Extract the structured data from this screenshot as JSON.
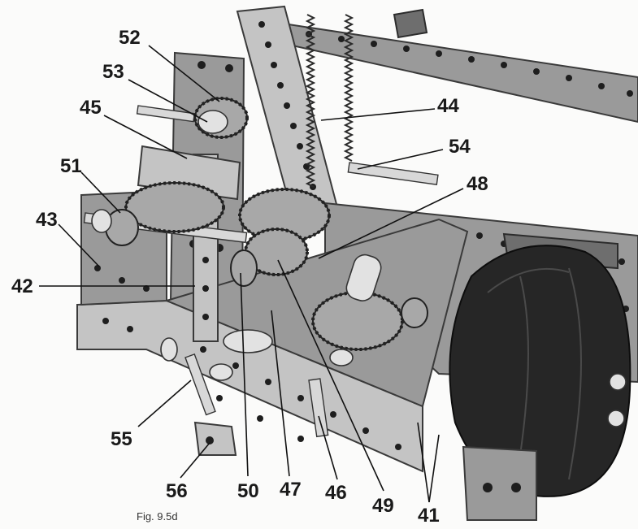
{
  "figure": {
    "caption": "Fig. 9.5d",
    "parts": [
      {
        "id": "p52",
        "label": "52"
      },
      {
        "id": "p53",
        "label": "53"
      },
      {
        "id": "p45",
        "label": "45"
      },
      {
        "id": "p51",
        "label": "51"
      },
      {
        "id": "p43",
        "label": "43"
      },
      {
        "id": "p42",
        "label": "42"
      },
      {
        "id": "p44",
        "label": "44"
      },
      {
        "id": "p54",
        "label": "54"
      },
      {
        "id": "p48",
        "label": "48"
      },
      {
        "id": "p55",
        "label": "55"
      },
      {
        "id": "p56",
        "label": "56"
      },
      {
        "id": "p50",
        "label": "50"
      },
      {
        "id": "p47",
        "label": "47"
      },
      {
        "id": "p46",
        "label": "46"
      },
      {
        "id": "p49",
        "label": "49"
      },
      {
        "id": "p41",
        "label": "41"
      }
    ]
  }
}
